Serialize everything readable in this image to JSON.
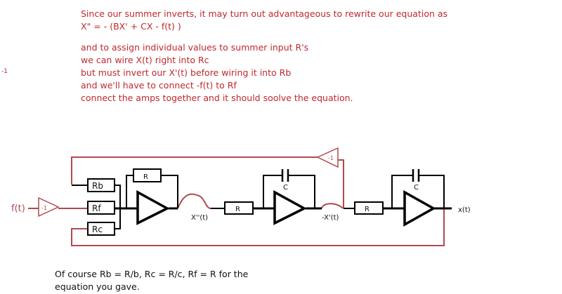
{
  "notes": {
    "line1": "Since our summer inverts, it may turn out advantageous to rewrite our equation as",
    "line2": "X\" = - (BX' + CX - f(t) )",
    "line3": "and to assign individual values to summer input R's",
    "line4": "we can wire X(t) right into Rc",
    "line5": "but must invert our X'(t) before wiring it into Rb",
    "line6": "and we'll have to connect -f(t) to Rf",
    "line7": "connect the amps together and it should soolve the equation."
  },
  "side_label": "-1",
  "circuit": {
    "input": "f(t)",
    "input_inverter": "-1",
    "feedback_inverter": "-1",
    "rb": "Rb",
    "rf": "Rf",
    "rc": "Rc",
    "r_feedback": "R",
    "r2": "R",
    "r3": "R",
    "c1": "C",
    "c2": "C",
    "x2_label": "X''(t)",
    "x1_label": "-X'(t)",
    "output": "x(t)"
  },
  "footer": {
    "line1": "Of course Rb = R/b, Rc = R/c, Rf = R for the",
    "line2": "equation you gave."
  },
  "colors": {
    "red": "#c0282d",
    "wire": "#b04a4e",
    "black": "#000000"
  }
}
